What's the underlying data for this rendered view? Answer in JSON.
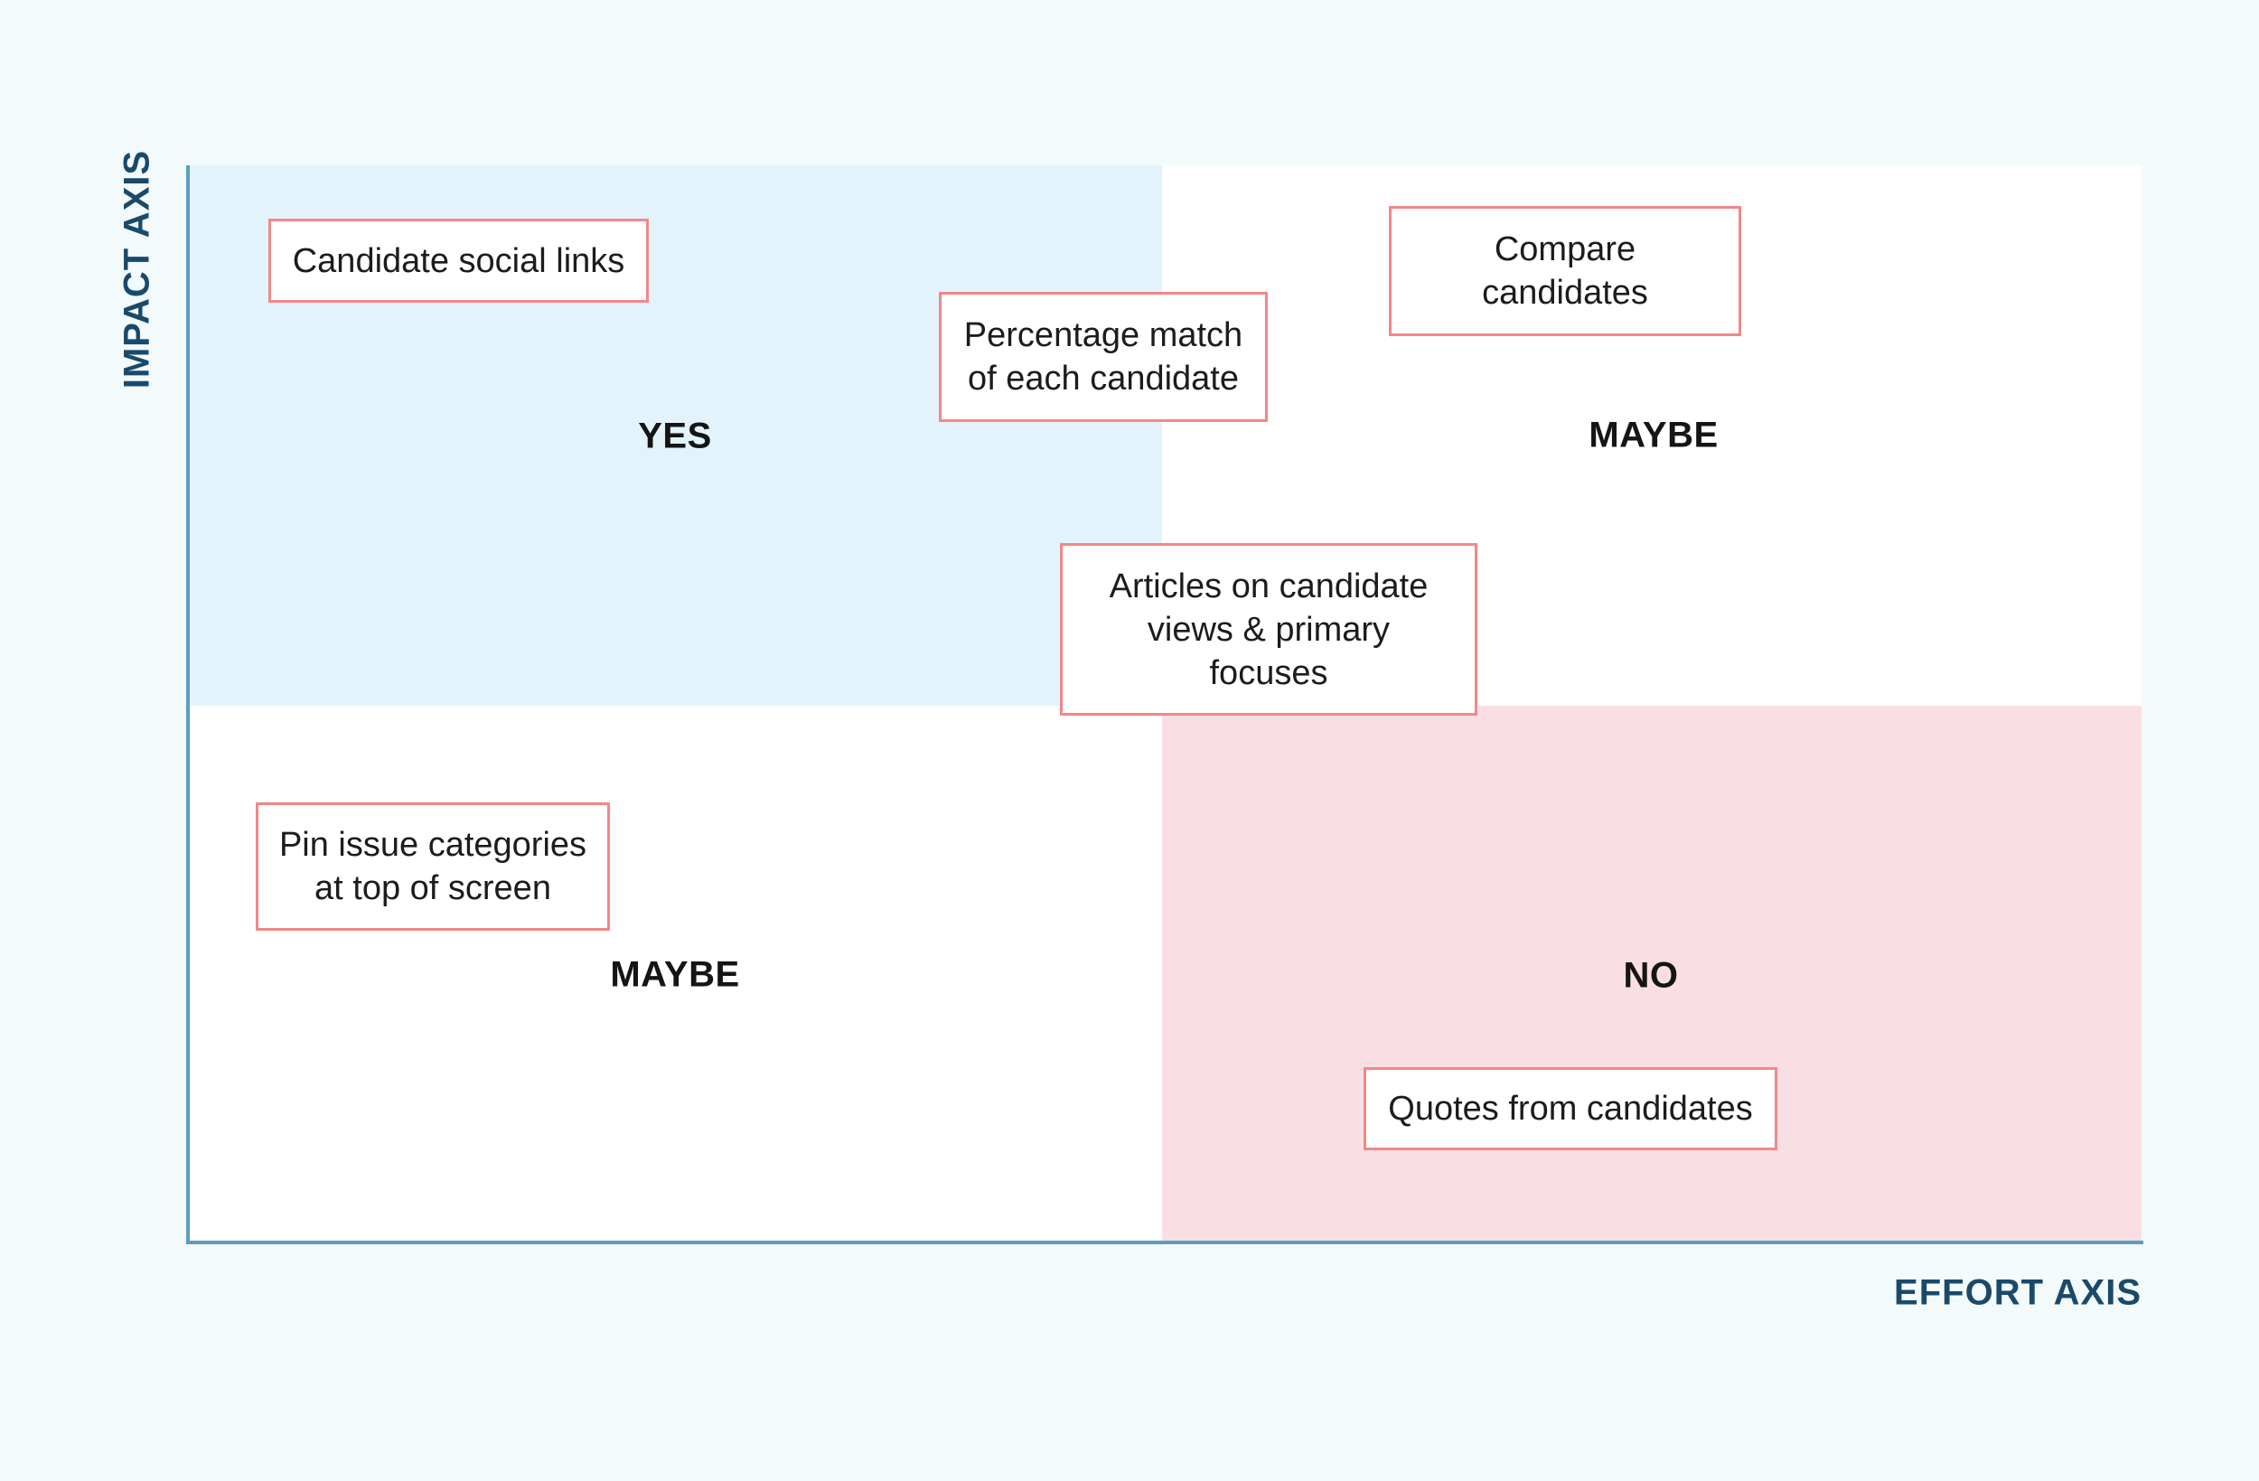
{
  "axes": {
    "impact_label": "IMPACT AXIS",
    "effort_label": "EFFORT AXIS"
  },
  "quadrants": {
    "top_left": {
      "label": "YES",
      "tone": "blue"
    },
    "top_right": {
      "label": "MAYBE",
      "tone": "white"
    },
    "bottom_left": {
      "label": "MAYBE",
      "tone": "white"
    },
    "bottom_right": {
      "label": "NO",
      "tone": "pink"
    }
  },
  "notes": {
    "candidate_social_links": {
      "text": "Candidate social links",
      "quadrant": "top_left"
    },
    "percentage_match": {
      "text": "Percentage match\nof each candidate",
      "quadrant": "top_left"
    },
    "compare_candidates": {
      "text": "Compare\ncandidates",
      "quadrant": "top_right"
    },
    "articles_on_views": {
      "text": "Articles on candidate\nviews & primary\nfocuses",
      "quadrant": "center"
    },
    "pin_issue_categories": {
      "text": "Pin issue categories\nat top of screen",
      "quadrant": "bottom_left"
    },
    "quotes_from_candidates": {
      "text": "Quotes from candidates",
      "quadrant": "bottom_right"
    }
  },
  "colors": {
    "page_bg": "#f3fafb",
    "quadrant_blue": "#e3f3fc",
    "quadrant_pink": "#f9dfe3",
    "axis_line": "#5c9dbe",
    "axis_text": "#1a4a6b",
    "note_border": "#f48787",
    "note_text": "#1c1c1c",
    "label_text": "#151515"
  }
}
